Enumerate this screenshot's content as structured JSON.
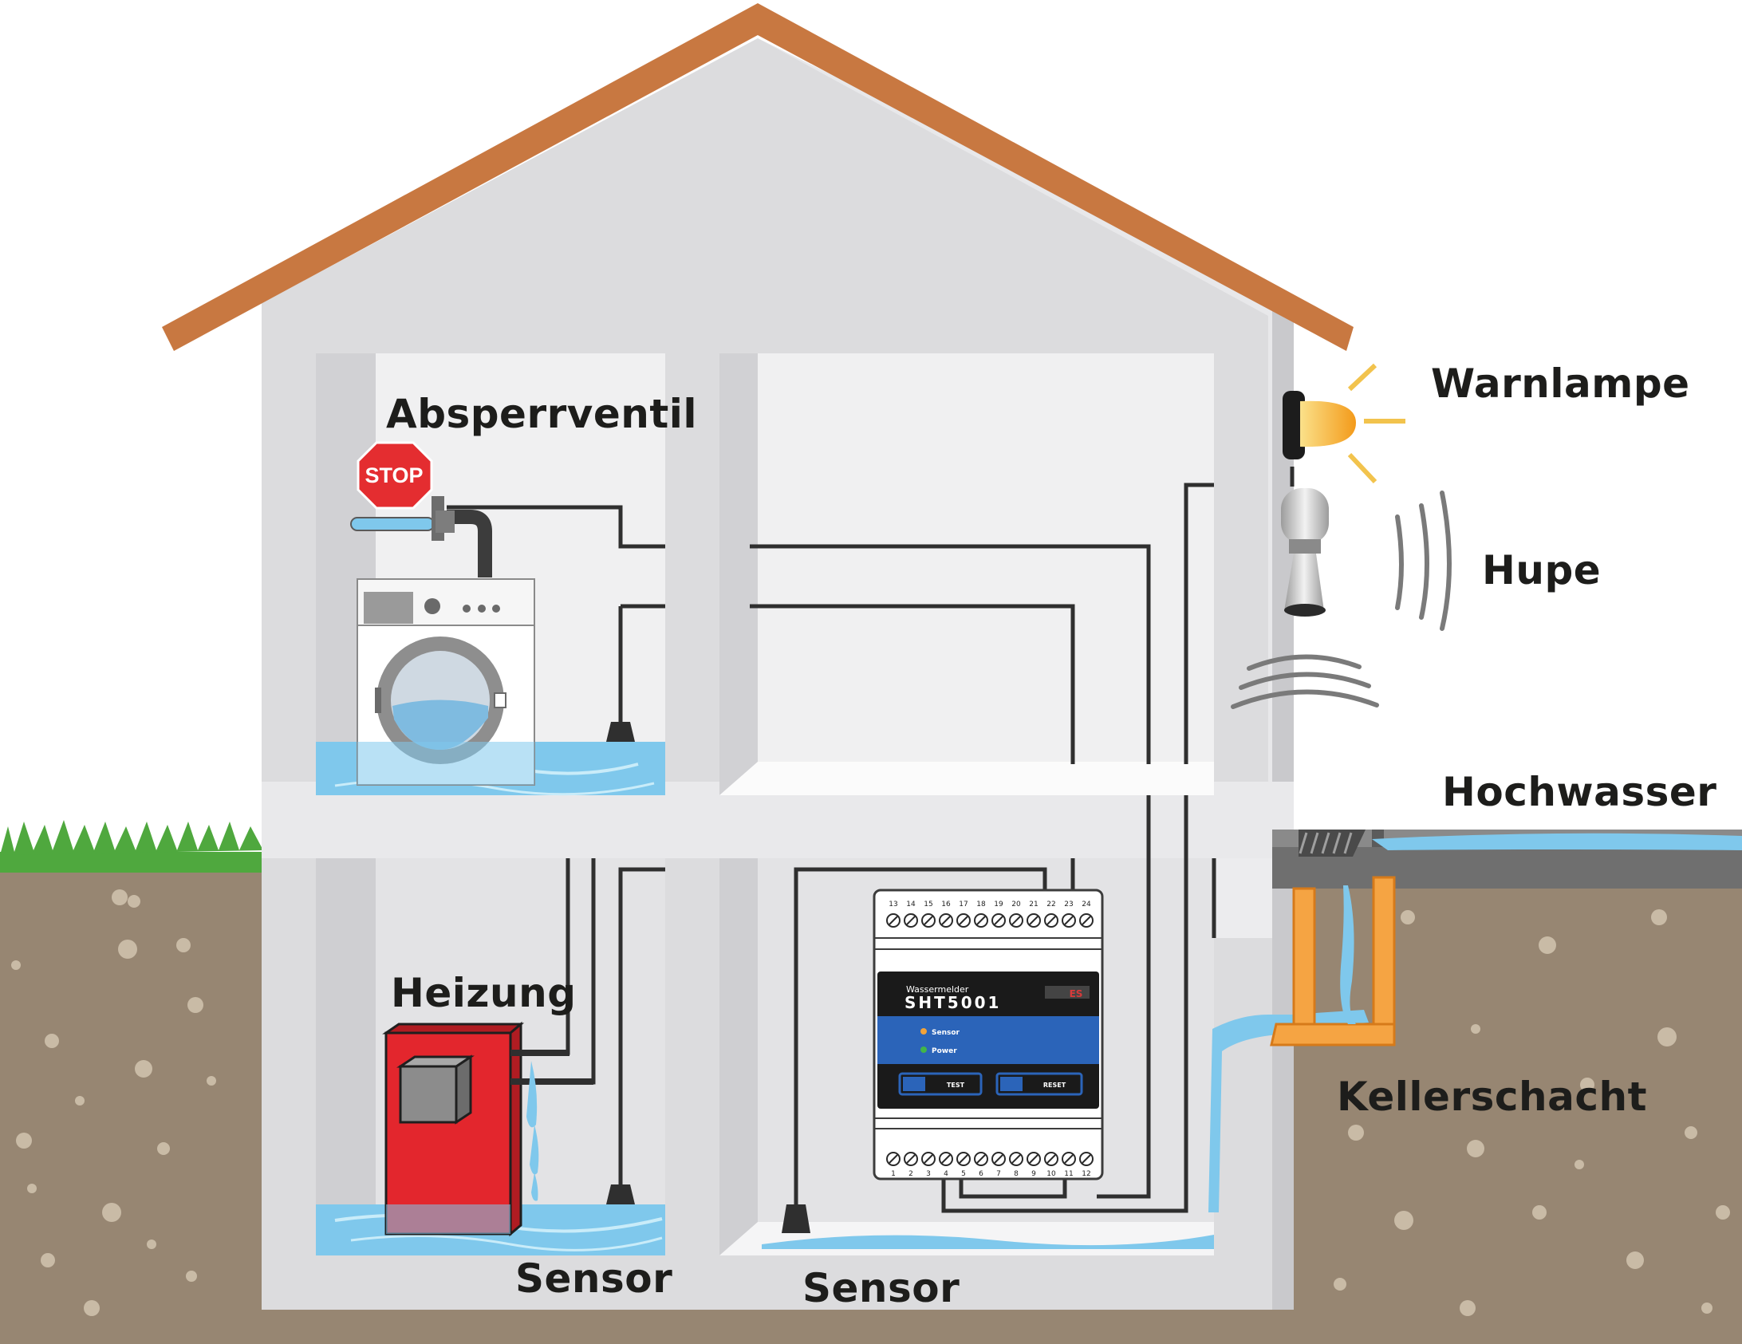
{
  "labels": {
    "absperrventil": "Absperrventil",
    "heizung": "Heizung",
    "sensor_left": "Sensor",
    "sensor_right": "Sensor",
    "warnlampe": "Warnlampe",
    "hupe": "Hupe",
    "hochwasser": "Hochwasser",
    "kellerschacht": "Kellerschacht"
  },
  "stop_sign": "STOP",
  "device": {
    "subtitle": "Wassermelder",
    "model": "SHT5001",
    "led_sensor": "Sensor",
    "led_power": "Power",
    "btn_test": "TEST",
    "btn_reset": "RESET",
    "top_terminals": [
      "13",
      "14",
      "15",
      "16",
      "17",
      "18",
      "19",
      "20",
      "21",
      "22",
      "23",
      "24"
    ],
    "bottom_terminals": [
      "1",
      "2",
      "3",
      "4",
      "5",
      "6",
      "7",
      "8",
      "9",
      "10",
      "11",
      "12"
    ]
  },
  "colors": {
    "roof": "#c87841",
    "wall": "#dcdcde",
    "room": "#ebebec",
    "water": "#7fc8ec",
    "grass": "#4fa83e",
    "soil": "#978672",
    "heater": "#e3262d",
    "device_blue": "#2b64b9",
    "lamp": "#f7b418"
  }
}
